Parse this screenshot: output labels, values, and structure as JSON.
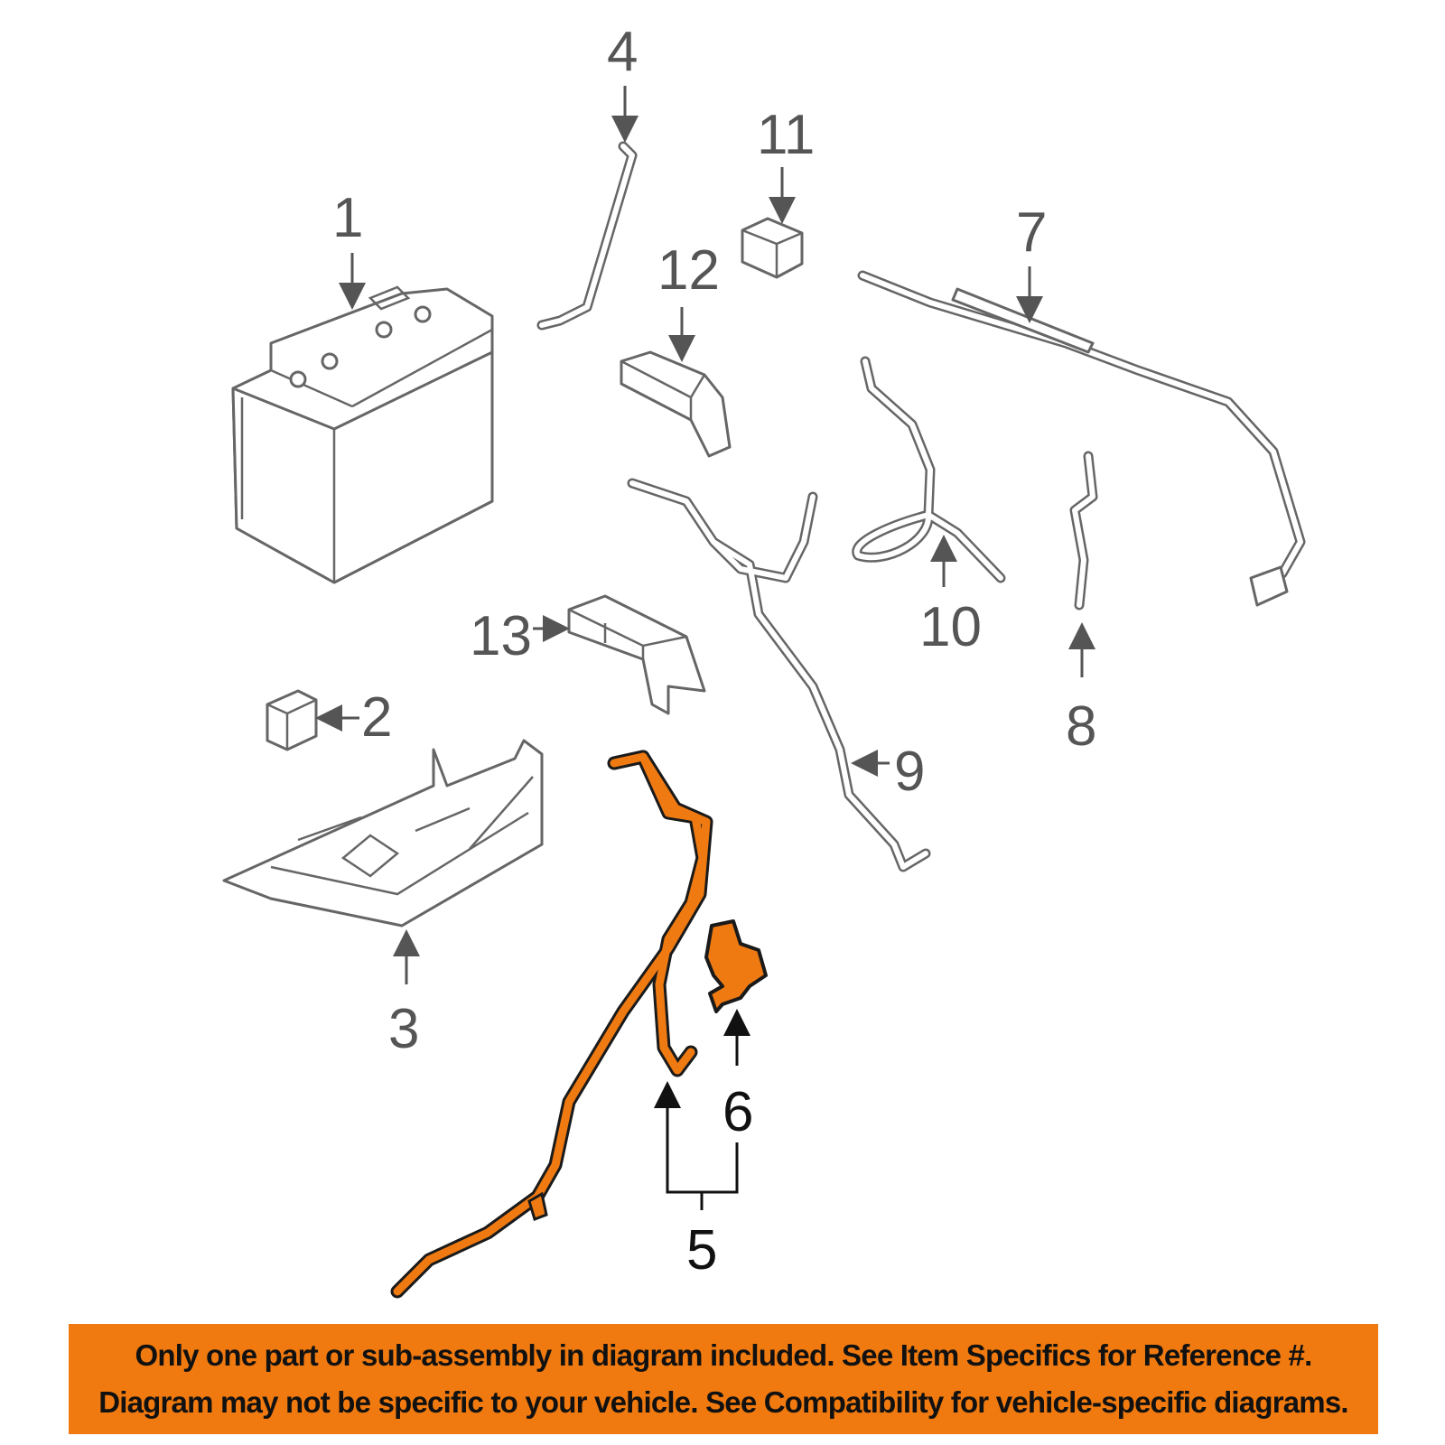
{
  "diagram": {
    "callouts": {
      "c1": "1",
      "c2": "2",
      "c3": "3",
      "c4": "4",
      "c5": "5",
      "c6": "6",
      "c7": "7",
      "c8": "8",
      "c9": "9",
      "c10": "10",
      "c11": "11",
      "c12": "12",
      "c13": "13"
    },
    "highlight_color": "#ef7a12",
    "highlighted_parts": [
      "5",
      "6"
    ]
  },
  "banner": {
    "line1": "Only one part or sub-assembly in diagram included. See Item Specifics for Reference #.",
    "line2": "Diagram may not be specific to your vehicle. See Compatibility for vehicle-specific diagrams.",
    "color": "#f07a10"
  }
}
